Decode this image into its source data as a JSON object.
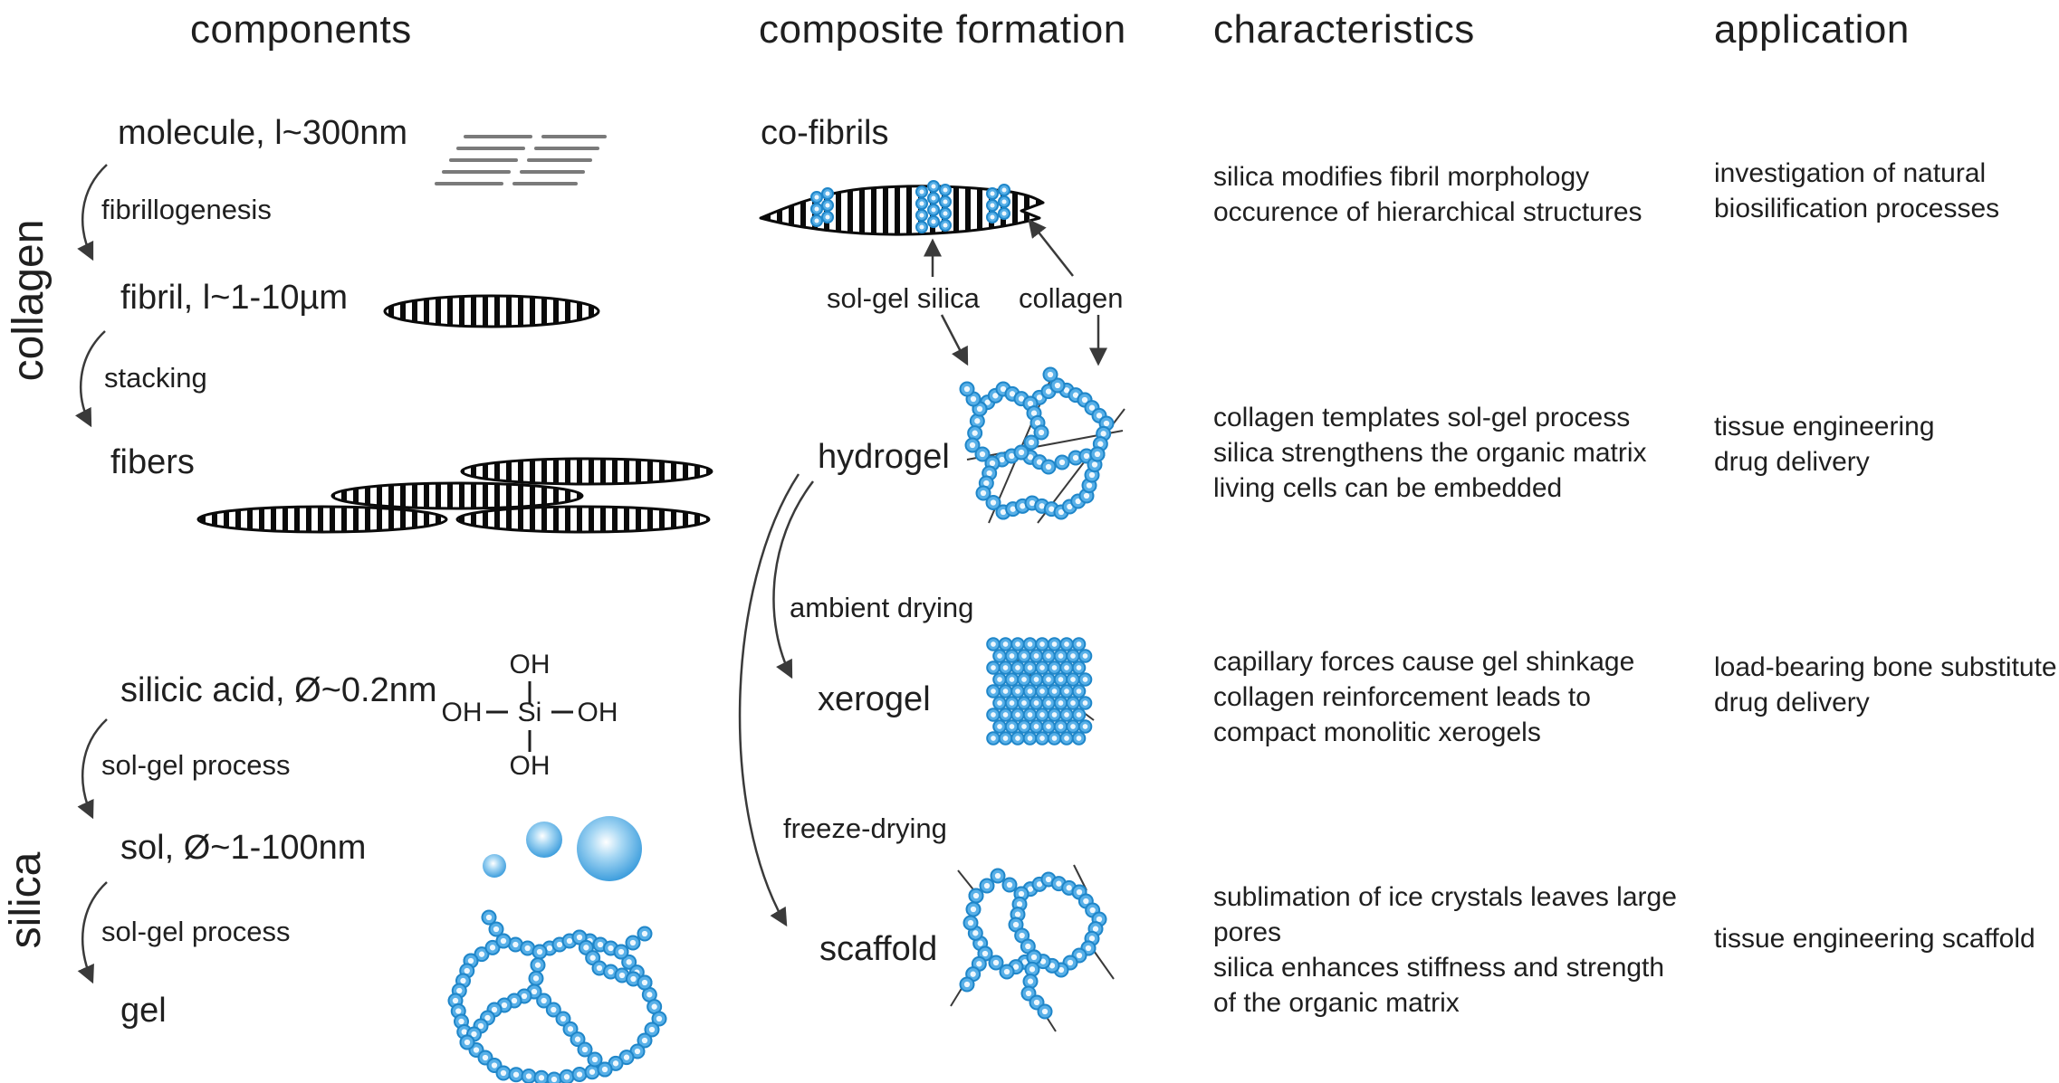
{
  "headers": {
    "components": "components",
    "composite_formation": "composite formation",
    "characteristics": "characteristics",
    "application": "application"
  },
  "group_labels": {
    "collagen": "collagen",
    "silica": "silica"
  },
  "components_col": {
    "molecule_label": "molecule, l~300nm",
    "fibrillogenesis": "fibrillogenesis",
    "fibril_label": "fibril, l~1-10µm",
    "stacking": "stacking",
    "fibers_label": "fibers",
    "silicic_acid_label": "silicic acid, Ø~0.2nm",
    "sol_gel_process_1": "sol-gel process",
    "sol_label": "sol, Ø~1-100nm",
    "sol_gel_process_2": "sol-gel process",
    "gel_label": "gel",
    "chem": {
      "oh_top": "OH",
      "oh_left": "OH",
      "si": "Si",
      "oh_right": "OH",
      "oh_bottom": "OH"
    }
  },
  "composite_col": {
    "co_fibrils_label": "co-fibrils",
    "sol_gel_silica_label": "sol-gel silica",
    "collagen_label": "collagen",
    "hydrogel_label": "hydrogel",
    "ambient_drying_label": "ambient drying",
    "xerogel_label": "xerogel",
    "freeze_drying_label": "freeze-drying",
    "scaffold_label": "scaffold"
  },
  "rows": [
    {
      "characteristics": [
        "silica modifies fibril morphology",
        "occurence of hierarchical structures"
      ],
      "application": [
        "investigation of natural",
        "biosilification processes"
      ]
    },
    {
      "characteristics": [
        "collagen templates sol-gel process",
        "silica strengthens the organic matrix",
        "living cells can be embedded"
      ],
      "application": [
        "tissue engineering",
        "drug delivery"
      ]
    },
    {
      "characteristics": [
        "capillary forces cause gel shinkage",
        "collagen reinforcement leads to",
        "compact monolitic xerogels"
      ],
      "application": [
        "load-bearing bone substitute",
        "drug delivery"
      ]
    },
    {
      "characteristics": [
        "sublimation of ice crystals leaves large",
        "pores",
        "silica enhances stiffness and strength",
        "of the organic matrix"
      ],
      "application": [
        "tissue engineering scaffold"
      ]
    }
  ],
  "colors": {
    "ink": "#1f1f1f",
    "arrow": "#3a3a3a",
    "bead_fill": "#58b0e8",
    "bead_stroke": "#1f86c9",
    "bead_center": "#ffffff",
    "sol_edge": "#3e9edd",
    "dash_gray": "#7a7a7a",
    "stripe_black": "#0a0a0a"
  },
  "icons": [
    "molecule-dashes-icon",
    "fibril-icon",
    "fibers-icon",
    "silicic-acid-structure",
    "sol-particles-icon",
    "gel-network-icon",
    "co-fibril-icon",
    "hydrogel-network-icon",
    "xerogel-icon",
    "scaffold-network-icon",
    "curved-arrow-icon",
    "straight-arrow-icon"
  ]
}
